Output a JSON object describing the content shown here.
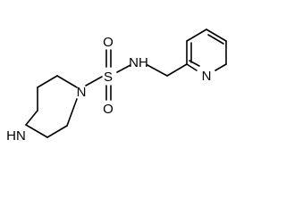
{
  "diagram": {
    "type": "chemical-structure",
    "atom_labels": {
      "piperazine_nh": "HN",
      "piperazine_n": "N",
      "sulfur": "S",
      "oxygen_top": "O",
      "oxygen_bottom": "O",
      "amide_nh": "NH",
      "pyridine_n": "N"
    },
    "colors": {
      "ink": "#000000",
      "background": "#ffffff"
    }
  }
}
